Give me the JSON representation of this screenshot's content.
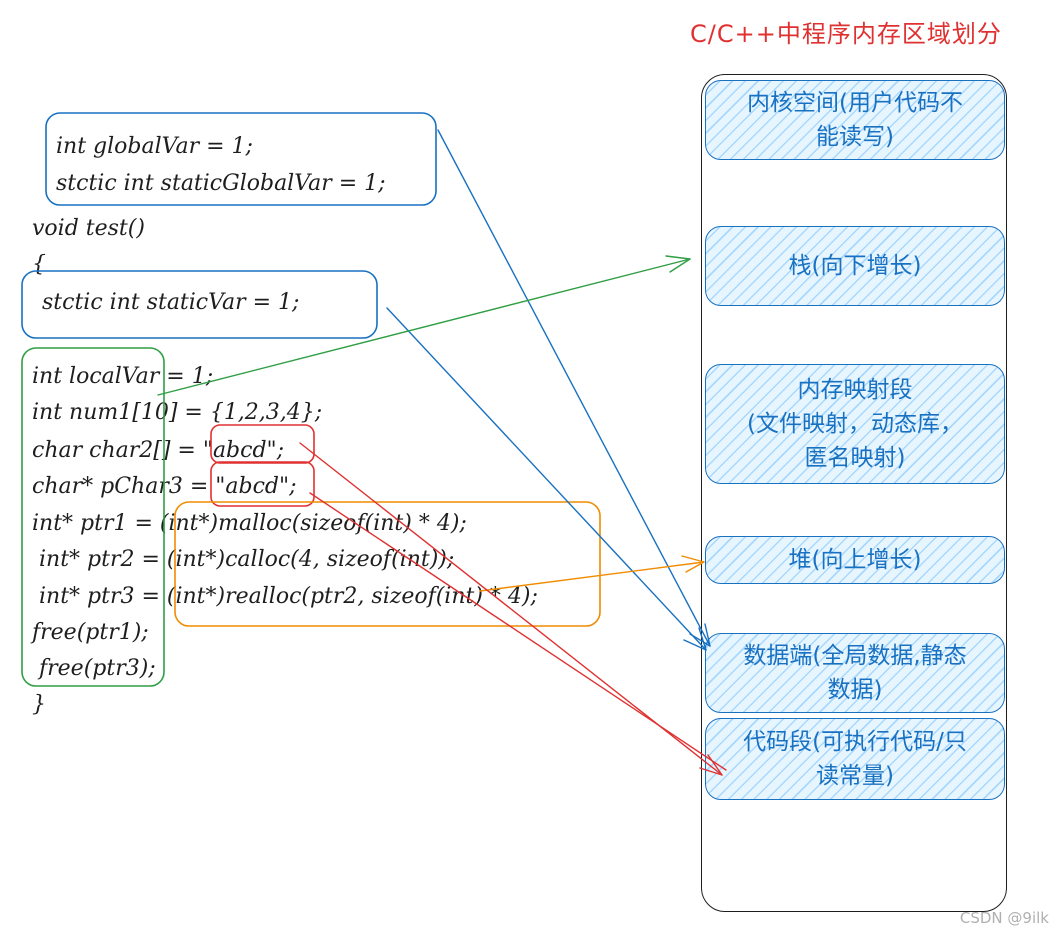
{
  "title": "C/C++中程序内存区域划分",
  "code": {
    "global_var": "int globalVar = 1;",
    "static_global_var": "stctic int staticGlobalVar = 1;",
    "func_sig": "void test()",
    "open_brace": "{",
    "static_var": "stctic int staticVar = 1;",
    "local_var": "int localVar = 1;",
    "num1": "int num1[10] = {1,2,3,4};",
    "char2": "char char2[] = \"abcd\";",
    "pchar3": "char* pChar3 = \"abcd\";",
    "ptr1": "int* ptr1 = (int*)malloc(sizeof(int) * 4);",
    "ptr2": " int* ptr2 = (int*)calloc(4, sizeof(int));",
    "ptr3": " int* ptr3 = (int*)realloc(ptr2, sizeof(int) * 4);",
    "free1": "free(ptr1);",
    "free3": " free(ptr3);",
    "close_brace": "}"
  },
  "segments": {
    "kernel": [
      "内核空间(用户代码不",
      "能读写)"
    ],
    "stack": [
      "栈(向下增长)"
    ],
    "mmap": [
      "内存映射段",
      "(文件映射，动态库，",
      "匿名映射)"
    ],
    "heap": [
      "堆(向上增长)"
    ],
    "data": [
      "数据端(全局数据,静态",
      "数据)"
    ],
    "code": [
      "代码段(可执行代码/只",
      "读常量)"
    ]
  },
  "colors": {
    "title": "#e03131",
    "blue": "#1971c2",
    "green": "#2f9e44",
    "red": "#e03131",
    "orange": "#f08c00"
  },
  "footer": "CSDN @9ilk"
}
